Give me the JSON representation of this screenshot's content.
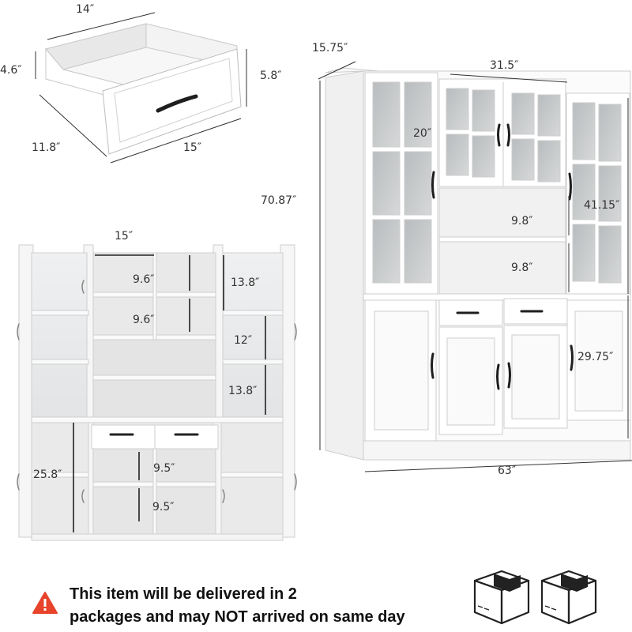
{
  "drawer": {
    "width_label": "14″",
    "inner_height_label": "4.6″",
    "outer_height_label": "5.8″",
    "depth_label": "11.8″",
    "front_width_label": "15″"
  },
  "cabinet": {
    "depth_label": "15.75″",
    "upper_middle_width_label": "31.5″",
    "upper_door_height_label": "20″",
    "total_height_label": "70.87″",
    "upper_height_label": "41.15″",
    "open_shelf_1_label": "9.8″",
    "open_shelf_2_label": "9.8″",
    "lower_height_label": "29.75″",
    "total_width_label": "63″"
  },
  "interior": {
    "section_width_label": "15″",
    "shelf_a_label": "9.6″",
    "shelf_b_label": "9.6″",
    "side_upper_label": "13.8″",
    "middle_open_label": "12″",
    "side_lower_label": "13.8″",
    "lower_side_label": "25.8″",
    "lower_shelf_a_label": "9.5″",
    "lower_shelf_b_label": "9.5″"
  },
  "notice": {
    "line1": "This item will be delivered in 2",
    "line2": "packages and may NOT arrived on same day",
    "icon": "warning-triangle-icon",
    "icon_color": "#e8432b"
  },
  "packages": {
    "icon": "package-box-icon",
    "count": 2
  }
}
